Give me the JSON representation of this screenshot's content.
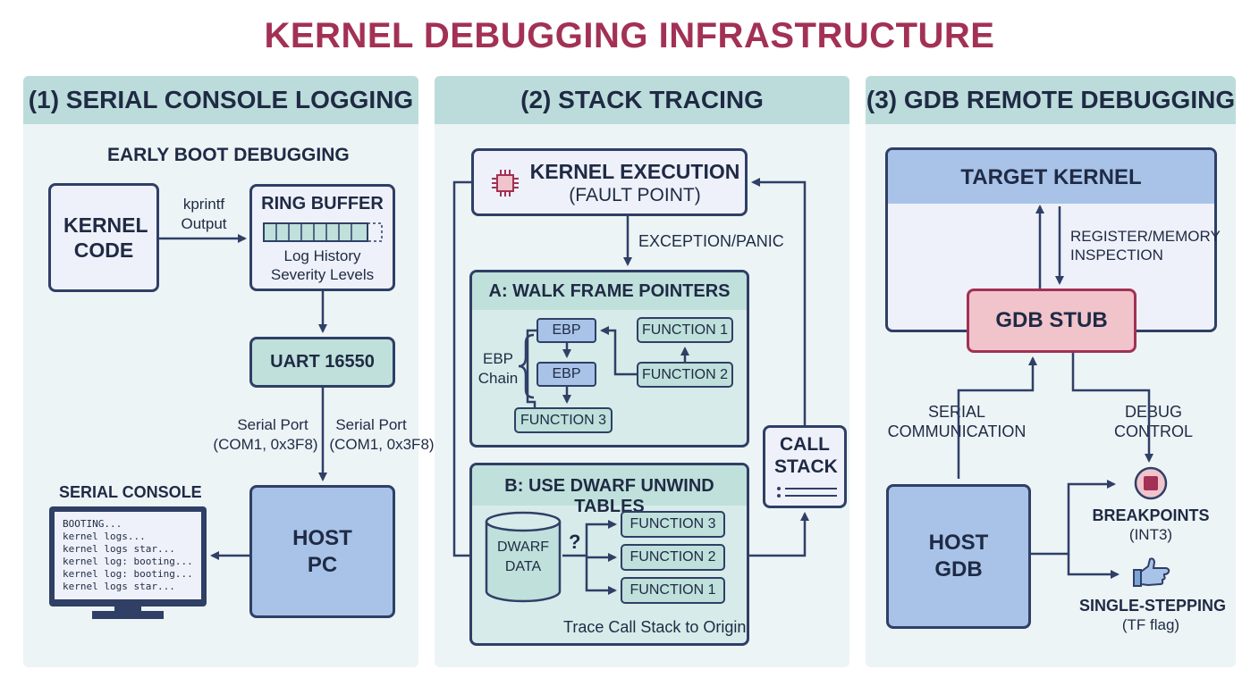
{
  "title": "KERNEL DEBUGGING INFRASTRUCTURE",
  "panel1": {
    "header": "(1) SERIAL CONSOLE LOGGING",
    "subtitle": "EARLY BOOT DEBUGGING",
    "kernel_code": "KERNEL CODE",
    "kprintf_label": "kprintf Output",
    "ring_buffer_title": "RING BUFFER",
    "ring_buffer_line1": "Log History",
    "ring_buffer_line2": "Severity Levels",
    "uart": "UART 16550",
    "serial_port_left_1": "Serial Port",
    "serial_port_left_2": "(COM1, 0x3F8)",
    "serial_port_right_1": "Serial Port",
    "serial_port_right_2": "(COM1, 0x3F8)",
    "serial_console_label": "SERIAL CONSOLE",
    "console_lines": [
      "BOOTING...",
      "kernel logs...",
      "kernel logs star...",
      "kernel log: booting...",
      "kernel log: booting...",
      "kernel logs star..."
    ],
    "host_pc": "HOST PC"
  },
  "panel2": {
    "header": "(2) STACK TRACING",
    "kernel_exec_1": "KERNEL EXECUTION",
    "kernel_exec_2": "(FAULT POINT)",
    "exception_label": "EXCEPTION/PANIC",
    "walk_title": "A: WALK FRAME POINTERS",
    "ebp_1": "EBP",
    "ebp_2": "EBP",
    "ebp_chain_1": "EBP",
    "ebp_chain_2": "Chain",
    "walk_fn1": "FUNCTION 1",
    "walk_fn2": "FUNCTION 2",
    "walk_fn3": "FUNCTION 3",
    "dwarf_title": "B: USE DWARF UNWIND TABLES",
    "dwarf_data": "DWARF DATA",
    "question": "?",
    "dwarf_fn3": "FUNCTION 3",
    "dwarf_fn2": "FUNCTION 2",
    "dwarf_fn1": "FUNCTION 1",
    "trace_label": "Trace Call Stack to Origin",
    "call_stack": "CALL STACK"
  },
  "panel3": {
    "header": "(3) GDB REMOTE DEBUGGING",
    "target_kernel": "TARGET KERNEL",
    "reg_mem_1": "REGISTER/MEMORY",
    "reg_mem_2": "INSPECTION",
    "gdb_stub": "GDB STUB",
    "serial_comm_1": "SERIAL",
    "serial_comm_2": "COMMUNICATION",
    "debug_ctrl_1": "DEBUG",
    "debug_ctrl_2": "CONTROL",
    "host_gdb": "HOST GDB",
    "breakpoints_1": "BREAKPOINTS",
    "breakpoints_2": "(INT3)",
    "single_step_1": "SINGLE-STEPPING",
    "single_step_2": "(TF flag)"
  },
  "colors": {
    "title": "#a23155",
    "panel_bg": "#ecf4f6",
    "header_bg": "#bcdcdb",
    "box_blue": "#a9c3e8",
    "box_teal": "#bfe0db",
    "gdb_stub": "#f1c4cc",
    "outline": "#2f3f66"
  }
}
